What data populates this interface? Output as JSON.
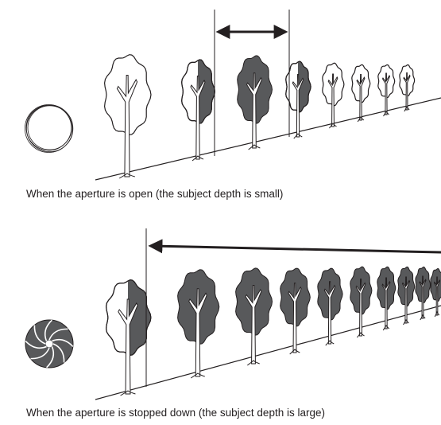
{
  "colors": {
    "ink": "#231f20",
    "in_focus_fill": "#58595b",
    "background": "#ffffff"
  },
  "panels": [
    {
      "id": "open",
      "caption": "When the aperture is open (the subject depth is small)",
      "aperture_icon": "open-aperture-icon",
      "trees": [
        {
          "focus": "none"
        },
        {
          "focus": "partial"
        },
        {
          "focus": "full"
        },
        {
          "focus": "partial"
        },
        {
          "focus": "none"
        },
        {
          "focus": "none"
        },
        {
          "focus": "none"
        },
        {
          "focus": "none"
        }
      ]
    },
    {
      "id": "stopped",
      "caption": "When the aperture is stopped down (the subject depth is large)",
      "aperture_icon": "stopped-down-aperture-icon",
      "trees": [
        {
          "focus": "partial"
        },
        {
          "focus": "full"
        },
        {
          "focus": "full"
        },
        {
          "focus": "full"
        },
        {
          "focus": "full"
        },
        {
          "focus": "full"
        },
        {
          "focus": "full"
        },
        {
          "focus": "full"
        },
        {
          "focus": "full"
        },
        {
          "focus": "full"
        }
      ]
    }
  ]
}
